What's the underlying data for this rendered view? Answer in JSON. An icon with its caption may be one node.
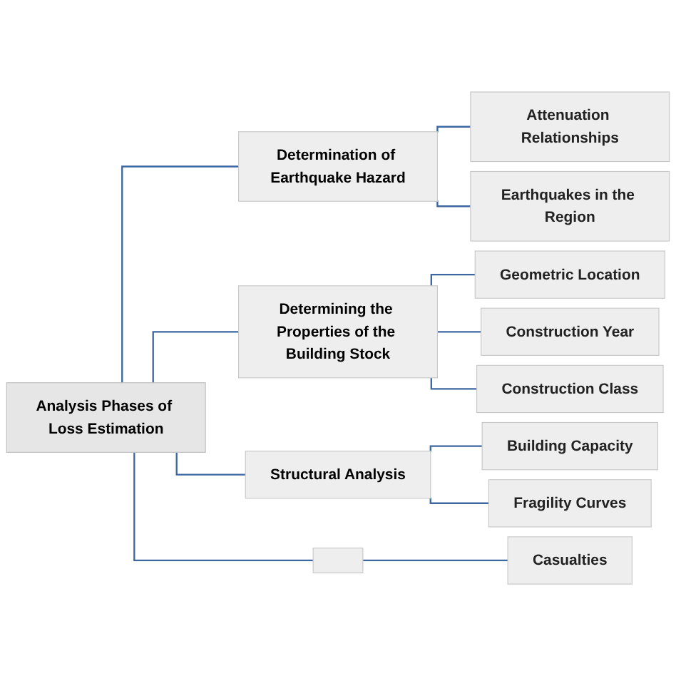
{
  "diagram": {
    "nodes": [
      {
        "text": [
          "Analysis Phases of Loss Estimation"
        ]
      },
      {
        "text": [
          "Determination of Earthquake Hazard"
        ]
      },
      {
        "text": [
          "Attenuation Relationships"
        ]
      },
      {
        "text": [
          "Earthquakes in the Region"
        ]
      },
      {
        "text": [
          "Determining the Properties of the Building Stock"
        ]
      },
      {
        "text": [
          "Geometric Location"
        ]
      },
      {
        "text": [
          "Construction Year"
        ]
      },
      {
        "text": [
          "Construction Class"
        ]
      },
      {
        "text": [
          "Structural Analysis"
        ]
      },
      {
        "text": [
          "Building Capacity"
        ]
      },
      {
        "text": [
          "Fragility Curves"
        ]
      },
      {
        "text": [],
        "shape": "box"
      },
      {
        "text": [
          "Casualties"
        ]
      }
    ],
    "edges": [
      {
        "from": 0,
        "to": 1,
        "arrow": "none"
      },
      {
        "from": 0,
        "to": 4,
        "arrow": "none"
      },
      {
        "from": 0,
        "to": 8,
        "arrow": "none"
      },
      {
        "from": 0,
        "to": 11,
        "arrow": "none"
      },
      {
        "from": 1,
        "to": 2,
        "arrow": "none"
      },
      {
        "from": 1,
        "to": 3,
        "arrow": "none"
      },
      {
        "from": 4,
        "to": 5,
        "arrow": "none"
      },
      {
        "from": 4,
        "to": 6,
        "arrow": "none"
      },
      {
        "from": 4,
        "to": 7,
        "arrow": "none"
      },
      {
        "from": 8,
        "to": 9,
        "arrow": "none"
      },
      {
        "from": 8,
        "to": 10,
        "arrow": "none"
      },
      {
        "from": 11,
        "to": 12,
        "arrow": "none"
      }
    ]
  }
}
